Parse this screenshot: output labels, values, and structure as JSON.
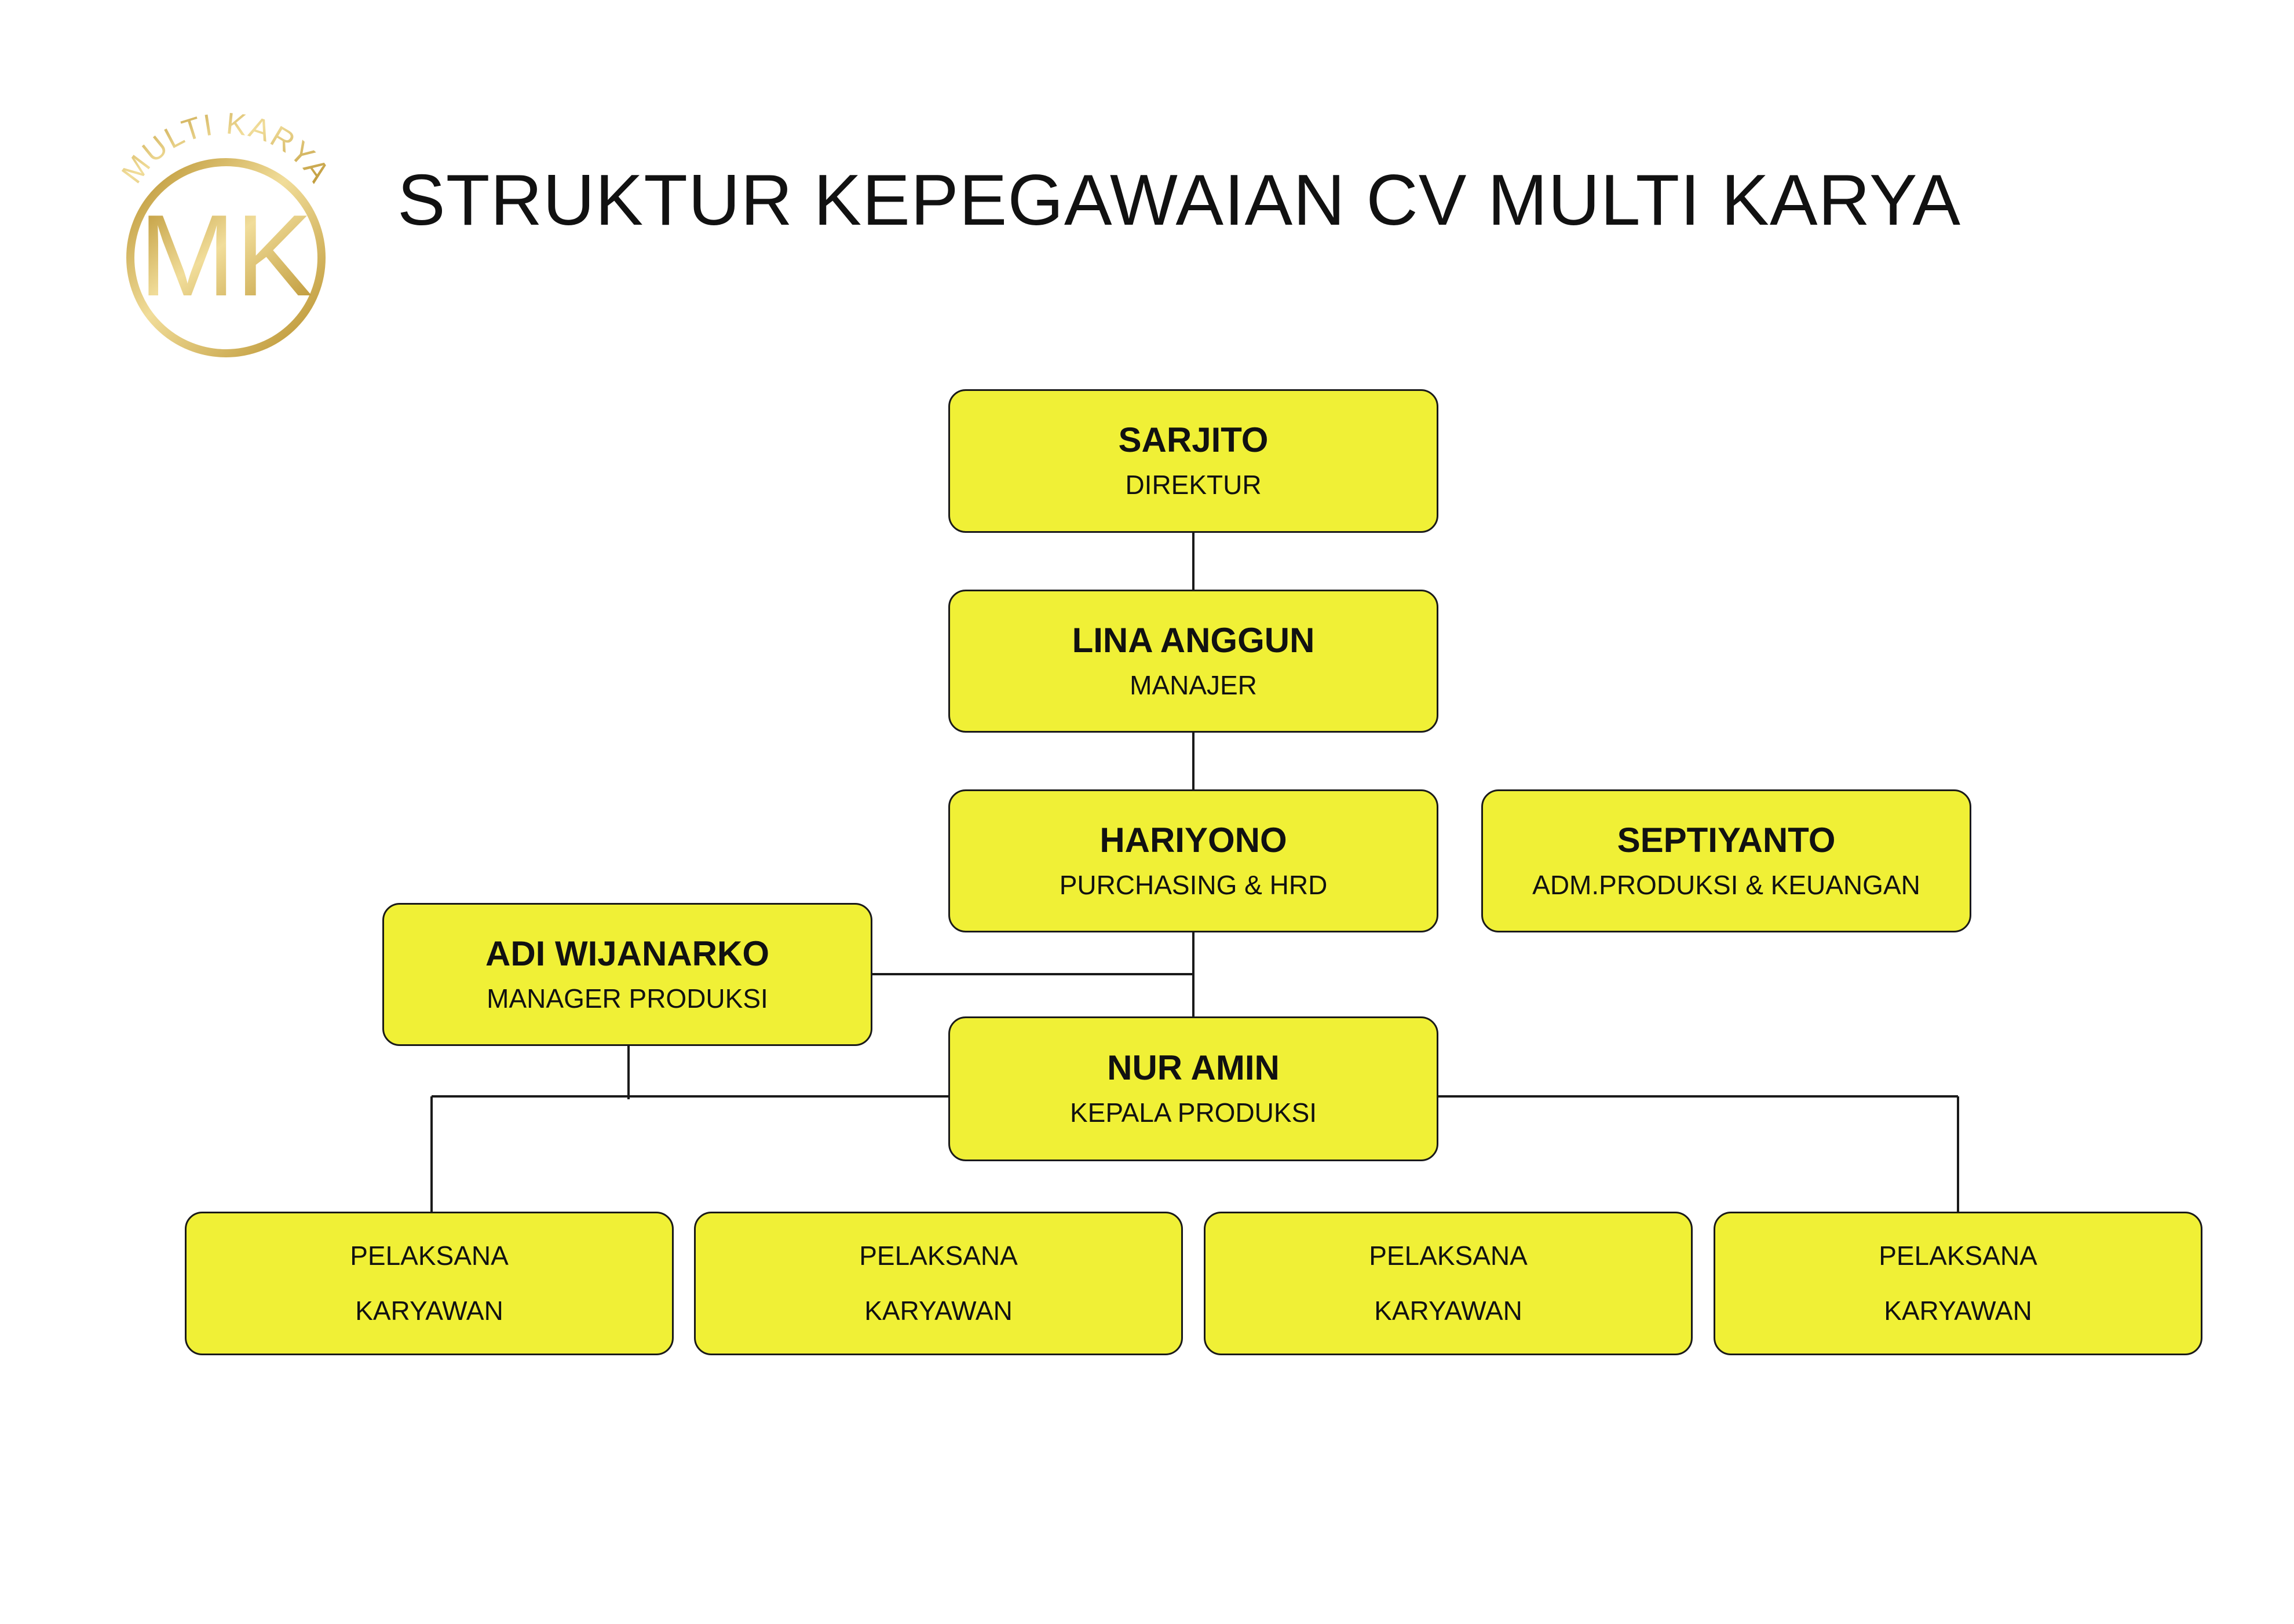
{
  "title": "STRUKTUR KEPEGAWAIAN CV MULTI KARYA",
  "logo": {
    "arc_text": "MULTI KARYA",
    "monogram": "MK",
    "colors": {
      "gold_dark": "#B8902C",
      "gold_light": "#F1DD9A"
    }
  },
  "colors": {
    "box_fill": "#F0F036",
    "box_border": "#1a1a1a",
    "line": "#1a1a1a"
  },
  "org": {
    "director": {
      "name": "SARJITO",
      "role": "DIREKTUR"
    },
    "manager": {
      "name": "LINA ANGGUN",
      "role": "MANAJER"
    },
    "purchasing": {
      "name": "HARIYONO",
      "role": "PURCHASING & HRD"
    },
    "admin": {
      "name": "SEPTIYANTO",
      "role": "ADM.PRODUKSI & KEUANGAN"
    },
    "production_manager": {
      "name": "ADI WIJANARKO",
      "role": "MANAGER PRODUKSI"
    },
    "production_head": {
      "name": "NUR AMIN",
      "role": "KEPALA PRODUKSI"
    },
    "workers": [
      {
        "line1": "PELAKSANA",
        "line2": "KARYAWAN"
      },
      {
        "line1": "PELAKSANA",
        "line2": "KARYAWAN"
      },
      {
        "line1": "PELAKSANA",
        "line2": "KARYAWAN"
      },
      {
        "line1": "PELAKSANA",
        "line2": "KARYAWAN"
      }
    ]
  }
}
